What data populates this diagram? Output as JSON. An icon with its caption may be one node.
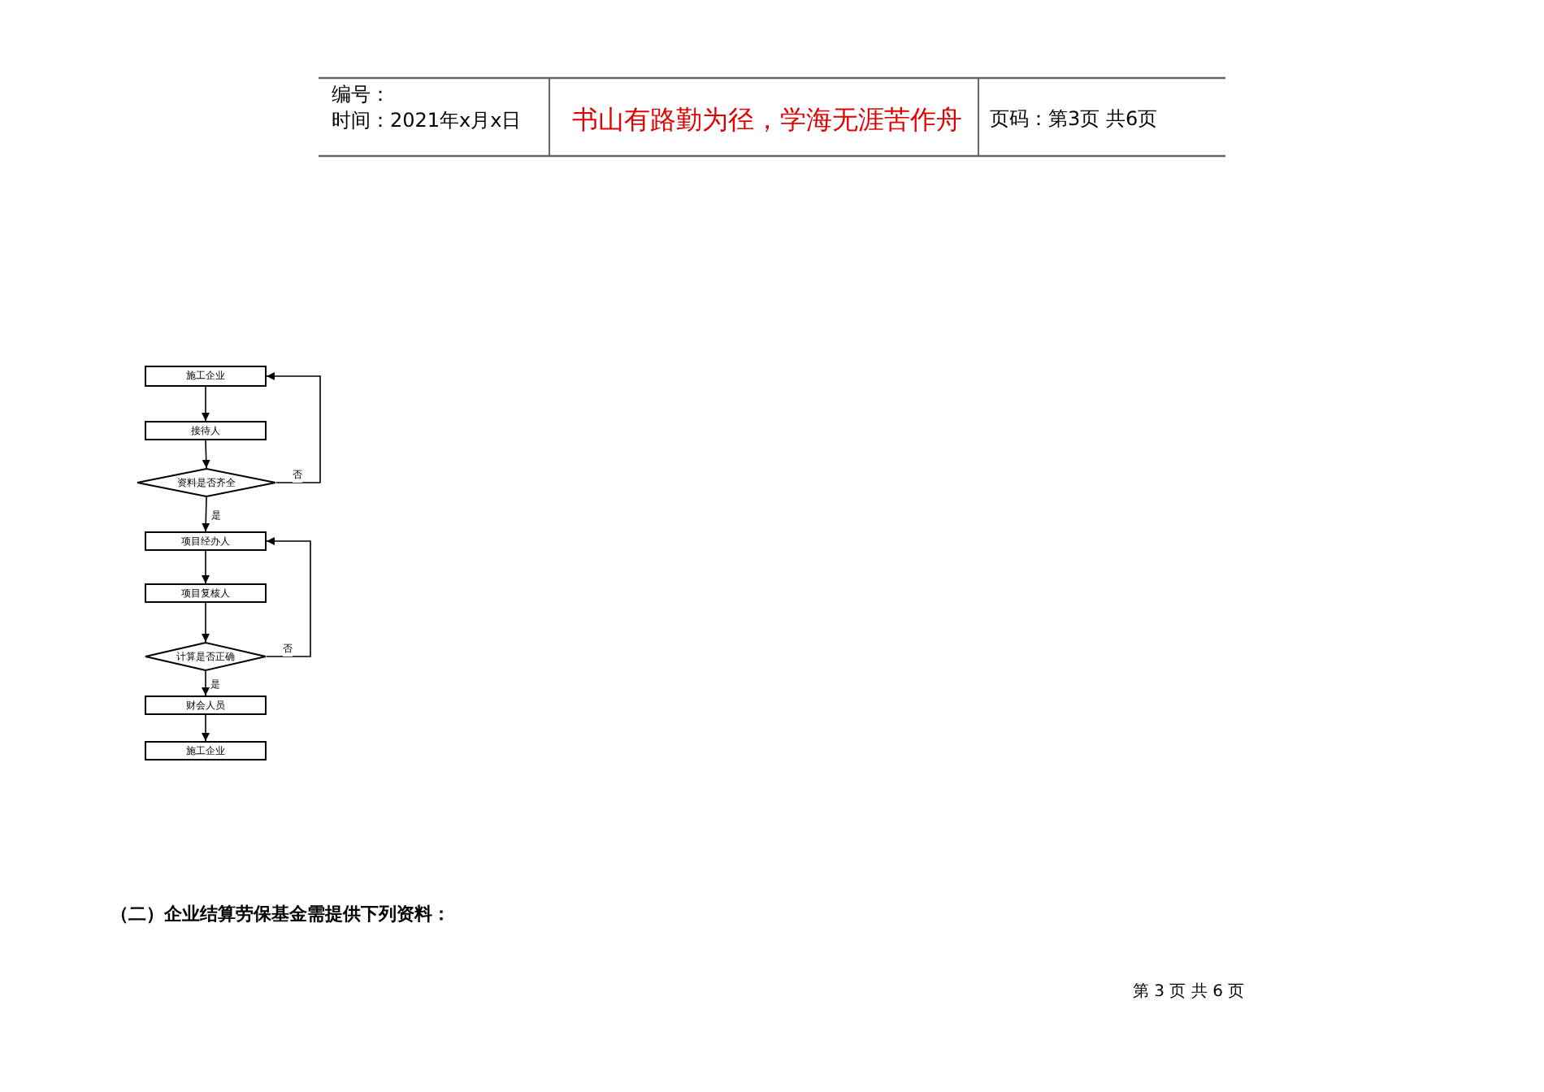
{
  "diagram": {
    "nodes": [
      {
        "text": [
          "施工企业"
        ]
      },
      {
        "text": [
          "接待人"
        ]
      },
      {
        "text": [
          "资料是否齐全"
        ]
      },
      {
        "text": [
          "项目经办人"
        ]
      },
      {
        "text": [
          "项目复核人"
        ]
      },
      {
        "text": [
          "计算是否正确"
        ]
      },
      {
        "text": [
          "财会人员"
        ]
      },
      {
        "text": [
          "施工企业"
        ]
      }
    ],
    "edges": [
      {
        "from": 0,
        "to": 1,
        "arrow": "to"
      },
      {
        "from": 1,
        "to": 2,
        "arrow": "to"
      },
      {
        "from": 2,
        "to": 3,
        "arrow": "to",
        "label": "是"
      },
      {
        "from": 2,
        "to": 0,
        "arrow": "to",
        "label": "否"
      },
      {
        "from": 3,
        "to": 4,
        "arrow": "to"
      },
      {
        "from": 4,
        "to": 5,
        "arrow": "to"
      },
      {
        "from": 5,
        "to": 6,
        "arrow": "to",
        "label": "是"
      },
      {
        "from": 5,
        "to": 3,
        "arrow": "to",
        "label": "否"
      },
      {
        "from": 6,
        "to": 7,
        "arrow": "to"
      }
    ],
    "labels": [
      "编号：",
      "时间：2021年x月x日",
      "书山有路勤为径，学海无涯苦作舟",
      "页码：第3页 共6页",
      "（二）企业结算劳保基金需提供下列资料：",
      "第 3 页 共 6 页"
    ]
  }
}
